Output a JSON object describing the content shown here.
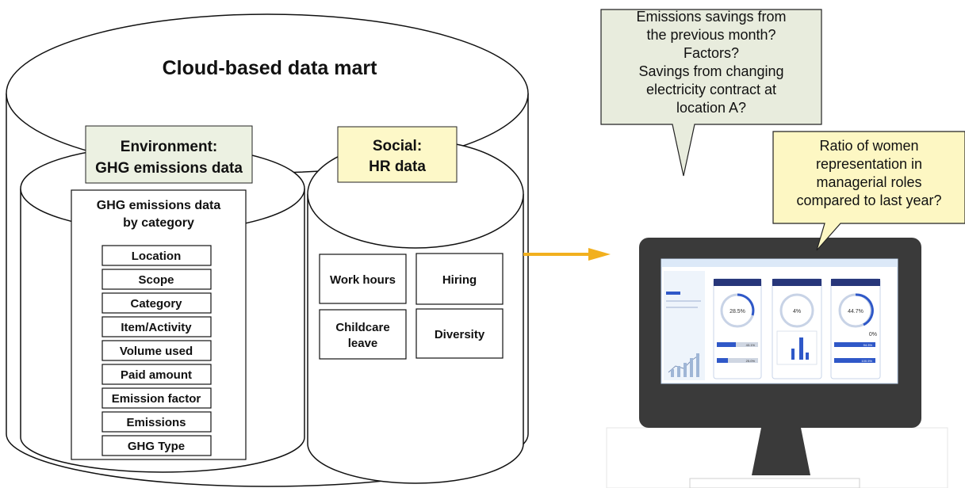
{
  "datamart": {
    "title": "Cloud-based data mart"
  },
  "environment": {
    "label_line1": "Environment:",
    "label_line2": "GHG emissions data",
    "panel_title_line1": "GHG emissions data",
    "panel_title_line2": "by category",
    "items": [
      "Location",
      "Scope",
      "Category",
      "Item/Activity",
      "Volume used",
      "Paid amount",
      "Emission factor",
      "Emissions",
      "GHG Type"
    ]
  },
  "social": {
    "label_line1": "Social:",
    "label_line2": "HR data",
    "boxes": [
      {
        "lines": [
          "Work hours"
        ]
      },
      {
        "lines": [
          "Hiring"
        ]
      },
      {
        "lines": [
          "Childcare",
          "leave"
        ]
      },
      {
        "lines": [
          "Diversity"
        ]
      }
    ]
  },
  "callouts": {
    "emissions": [
      "Emissions savings from",
      "the previous month?",
      "Factors?",
      "Savings from changing",
      "electricity contract at",
      "location A?"
    ],
    "women": [
      "Ratio of women",
      "representation in",
      "managerial roles",
      "compared to last year?"
    ]
  },
  "dashboard": {
    "gauges": [
      "28.5%",
      "4%",
      "44.7%"
    ],
    "bars": [
      "43.1%",
      "25.0%",
      "94.3%",
      "100.5%"
    ],
    "side_value": "0%"
  },
  "colors": {
    "label_green": "#ecf1e2",
    "label_yellow": "#fdf8c8",
    "callout_green": "#e8ecdd",
    "callout_yellow": "#fdf7c3",
    "arrow": "#f2b01e",
    "monitor": "#3a3a3a",
    "screen_accent": "#2f58c8"
  }
}
